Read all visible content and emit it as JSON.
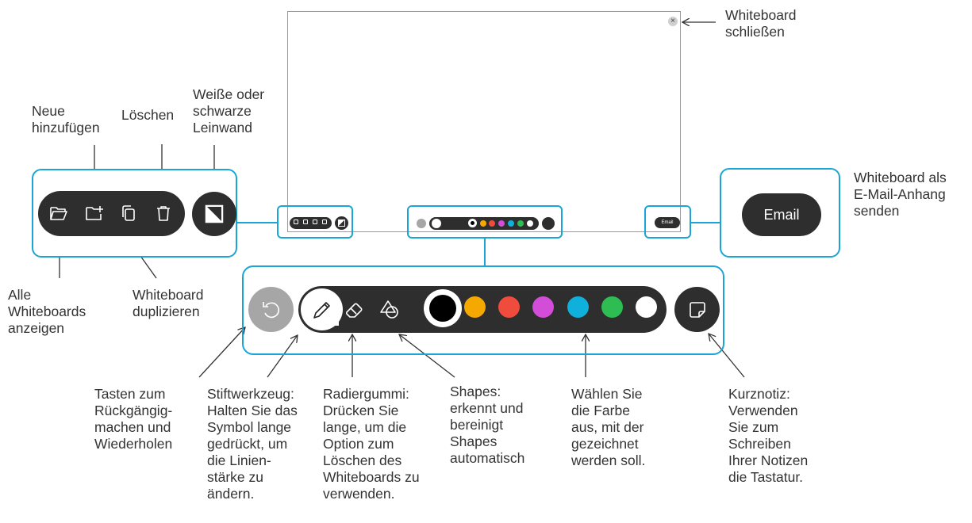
{
  "labels": {
    "close": "Whiteboard\nschließen",
    "add_new": "Neue\nhinzufügen",
    "delete": "Löschen",
    "canvas": "Weiße oder\nschwarze\nLeinwand",
    "all_boards": "Alle\nWhiteboards\nanzeigen",
    "duplicate": "Whiteboard\nduplizieren",
    "email_attach": "Whiteboard als\nE-Mail-Anhang\nsenden",
    "undo": "Tasten zum\nRückgängig-\nmachen und\nWiederholen",
    "pen": "Stiftwerkzeug:\nHalten Sie das\nSymbol lange\ngedrückt, um\ndie Linien-\nstärke zu\nändern.",
    "eraser": "Radiergummi:\nDrücken Sie\nlange, um die\nOption zum\nLöschen des\nWhiteboards zu\nverwenden.",
    "shapes": "Shapes:\nerkennt und\nbereinigt\nShapes\nautomatisch",
    "color": "Wählen Sie\ndie Farbe\naus, mit der\ngezeichnet\nwerden soll.",
    "note": "Kurznotiz:\nVerwenden\nSie zum\nSchreiben\nIhrer Notizen\ndie Tastatur."
  },
  "email_button": "Email",
  "email_mini": "Email",
  "close_glyph": "×",
  "colors": [
    "#000000",
    "#f5a800",
    "#f04c3e",
    "#d34dd8",
    "#0fb0dc",
    "#2ebd52",
    "#ffffff"
  ],
  "accent": "#19a6d6",
  "dark": "#2e2e2e"
}
